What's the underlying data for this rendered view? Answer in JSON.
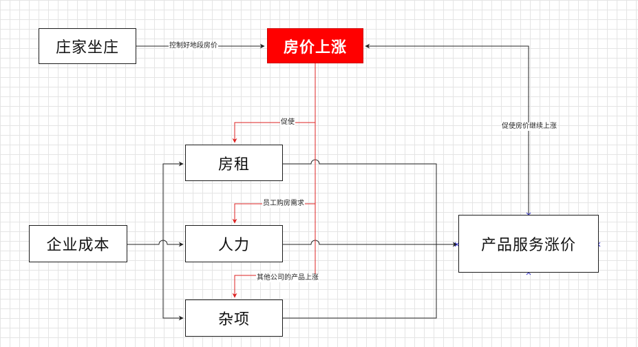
{
  "nodes": {
    "zhuangjia": "庄家坐庄",
    "fangjia": "房价上涨",
    "fangzu": "房租",
    "qiye": "企业成本",
    "renli": "人力",
    "zaxiang": "杂项",
    "chanpin": "产品服务涨价"
  },
  "edge_labels": {
    "control": "控制好地段房价",
    "cushi": "促使",
    "yuangong": "员工购房需求",
    "qita": "其他公司的产品上涨",
    "jixu": "促使房价继续上涨"
  },
  "colors": {
    "accent": "#ff0000",
    "line": "#222222",
    "red_line": "#dd2222",
    "handle": "#3333cc"
  }
}
